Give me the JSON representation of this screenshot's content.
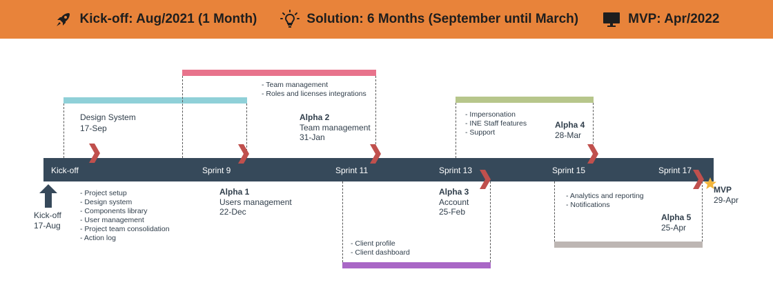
{
  "header": {
    "kickoff": "Kick-off: Aug/2021 (1 Month)",
    "solution": "Solution: 6 Months (September until March)",
    "mvp": "MVP: Apr/2022",
    "bg_color": "#e8833a"
  },
  "timeline": {
    "track_color": "#36495a",
    "labels": [
      "Kick-off",
      "Sprint 9",
      "Sprint 11",
      "Sprint 13",
      "Sprint 15",
      "Sprint 17"
    ]
  },
  "phases": {
    "design_system": {
      "title": "Design System",
      "date": "17-Sep",
      "color": "#8fd0d8"
    },
    "alpha2": {
      "items": [
        "- Team management",
        "- Roles and licenses integrations"
      ],
      "title": "Alpha 2",
      "subtitle": "Team management",
      "date": "31-Jan",
      "color": "#e8738c"
    },
    "alpha4": {
      "items": [
        "- Impersonation",
        "- INE Staff features",
        "- Support"
      ],
      "title": "Alpha 4",
      "date": "28-Mar",
      "color": "#b7c68b"
    },
    "kickoff": {
      "label": "Kick-off",
      "date": "17-Aug",
      "items": [
        "- Project setup",
        "- Design system",
        "- Components library",
        "- User management",
        "- Project team consolidation",
        "- Action log"
      ]
    },
    "alpha1": {
      "title": "Alpha 1",
      "subtitle": "Users management",
      "date": "22-Dec"
    },
    "alpha3": {
      "title": "Alpha 3",
      "subtitle": "Account",
      "date": "25-Feb",
      "items": [
        "- Client profile",
        "- Client dashboard"
      ],
      "color": "#a967c6"
    },
    "alpha5": {
      "items": [
        "- Analytics and reporting",
        "- Notifications"
      ],
      "title": "Alpha 5",
      "date": "25-Apr",
      "color": "#bdb6b3"
    },
    "mvp": {
      "title": "MVP",
      "date": "29-Apr"
    }
  },
  "colors": {
    "chevron": "#c0504d",
    "star": "#f2b53b",
    "arrow": "#36495a"
  }
}
